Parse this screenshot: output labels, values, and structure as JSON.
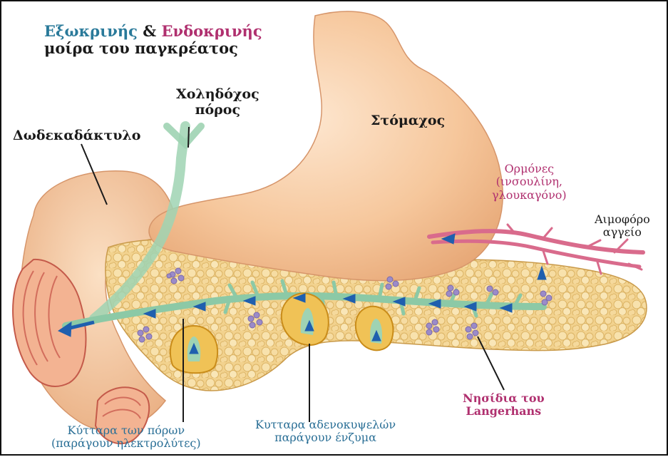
{
  "title": {
    "exocrine": "Εξωκρινής",
    "amp": " & ",
    "endocrine": "Ενδοκρινής",
    "line2": "μοίρα του παγκρέατος"
  },
  "labels": {
    "bile_duct_1": "Χοληδόχος",
    "bile_duct_2": "πόρος",
    "duodenum": "Δωδεκαδάκτυλο",
    "stomach": "Στόμαχος",
    "hormones_1": "Ορμόνες",
    "hormones_2": "(ινσουλίνη,",
    "hormones_3": "γλουκαγόνο)",
    "vessel_1": "Αιμοφόρο",
    "vessel_2": "αγγείο",
    "islets_1": "Νησίδια του",
    "islets_2": "Langerhans",
    "acinar_1": "Κυτταρα αδενοκυψελών",
    "acinar_2": "παράγουν ένζυμα",
    "duct_cells_1": "Κύτταρα των πόρων",
    "duct_cells_2": "(παράγουν ηλεκτρολύτες)"
  },
  "colors": {
    "exocrine": "#2a7a9a",
    "endocrine": "#b0306f",
    "label_dark": "#1a1a1a",
    "label_pink": "#b0306f",
    "label_blue": "#2a6f96",
    "stomach": "#f5c9a0",
    "pancreas": "#f3d79a",
    "duct": "#8cc9a6",
    "vessel": "#d96b8c",
    "islet": "#9b8bc9",
    "acinus": "#e3a92a",
    "arrow": "#1f5fae"
  }
}
